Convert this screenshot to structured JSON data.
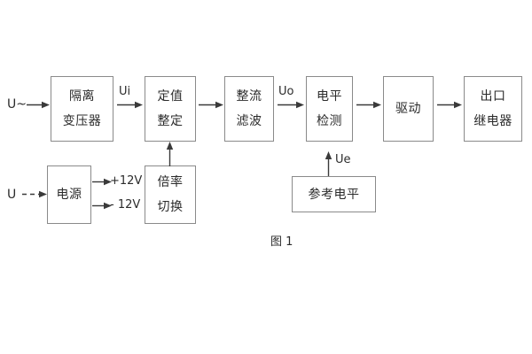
{
  "figure": {
    "caption": "图 1",
    "background_color": "#ffffff",
    "box_border_color": "#8a8a8a",
    "line_color": "#3a3a3a",
    "text_color": "#2b2b2b"
  },
  "inputs": {
    "ac_input_label": "U~",
    "dc_input_label": "U"
  },
  "signal_labels": {
    "ui": "Ui",
    "uo": "Uo",
    "ue": "Ue"
  },
  "power_outputs": {
    "positive": "+12V",
    "negative": "- 12V"
  },
  "blocks": {
    "isolation_transformer": {
      "line1": "隔离",
      "line2": "变压器"
    },
    "setting_adjust": {
      "line1": "定值",
      "line2": "整定"
    },
    "rectify_filter": {
      "line1": "整流",
      "line2": "滤波"
    },
    "level_detect": {
      "line1": "电平",
      "line2": "检测"
    },
    "drive": {
      "line1": "驱动"
    },
    "output_relay": {
      "line1": "出口",
      "line2": "继电器"
    },
    "power_supply": {
      "line1": "电源"
    },
    "multiplier_switch": {
      "line1": "倍率",
      "line2": "切换"
    },
    "reference_level": {
      "line1": "参考电平"
    }
  }
}
